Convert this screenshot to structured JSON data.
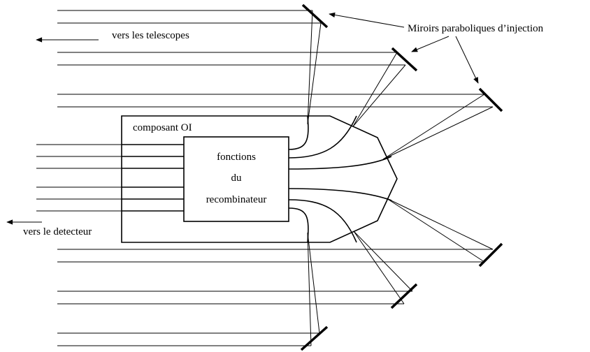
{
  "labels": {
    "to_telescopes": "vers les telescopes",
    "mirrors": "Miroirs paraboliques d’injection",
    "component": "composant OI",
    "functions_line1": "fonctions",
    "functions_line2": "du",
    "functions_line3": "recombinateur",
    "to_detector": "vers le detecteur"
  },
  "colors": {
    "ink": "#000000",
    "background": "#ffffff"
  }
}
